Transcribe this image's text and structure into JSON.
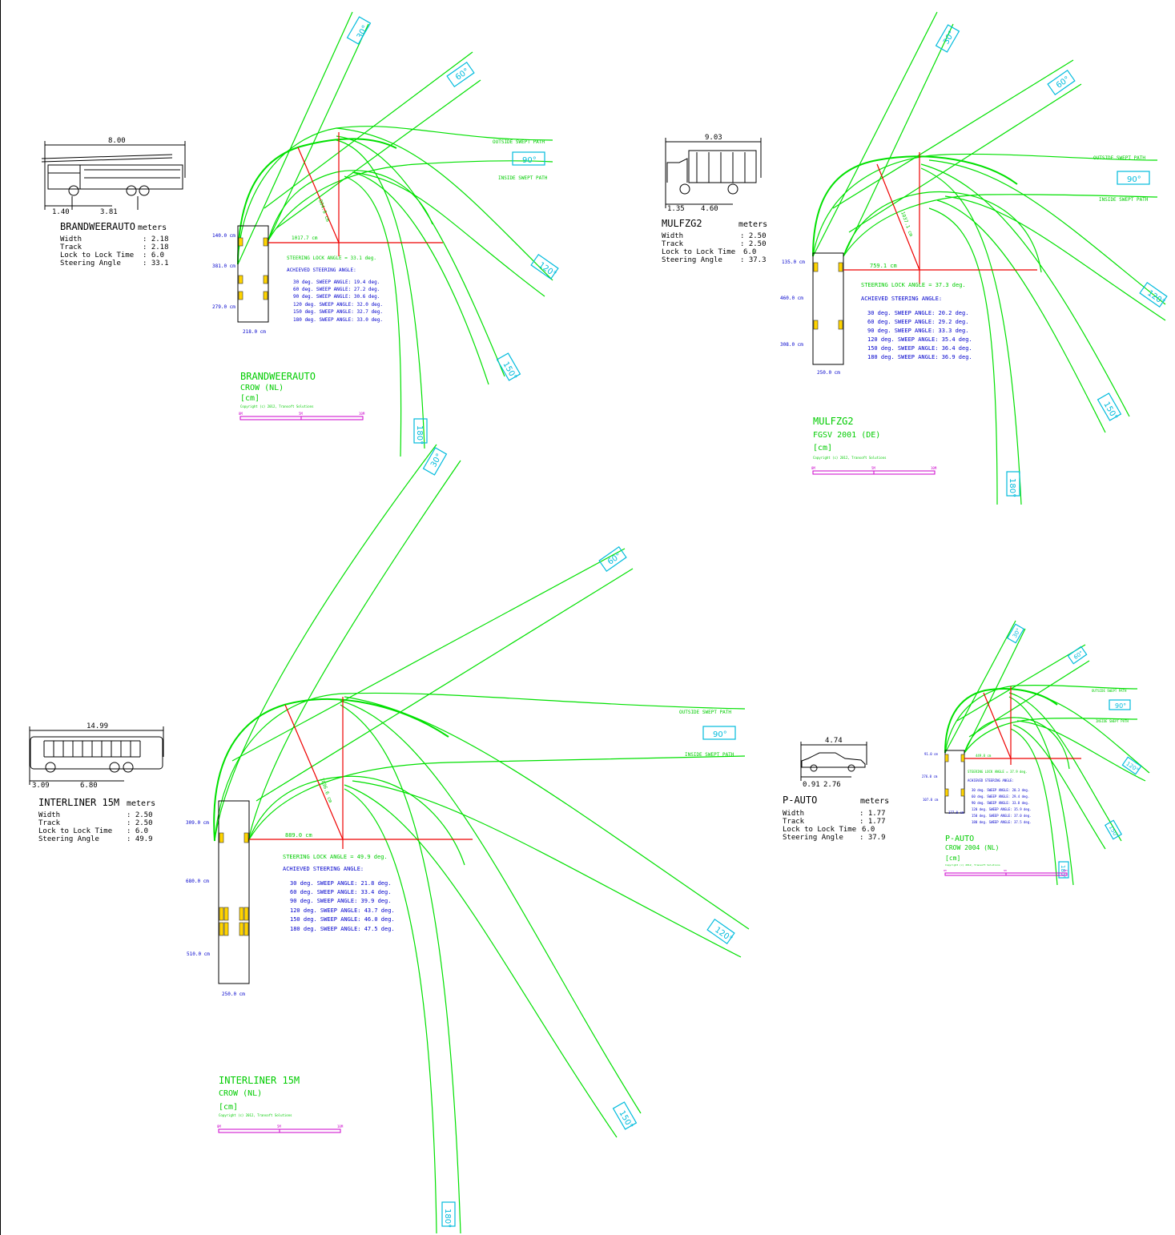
{
  "colors": {
    "path": "#00e000",
    "dim": "#0000cc",
    "red": "#ee0000",
    "arrow": "#00bbdd",
    "scale": "#cc00cc",
    "wheel": "#ffd400"
  },
  "common": {
    "meters": "meters",
    "spec_labels": [
      "Width",
      "Track",
      "Lock to Lock Time",
      "Steering Angle"
    ],
    "outside_path": "OUTSIDE SWEPT PATH",
    "inside_path": "INSIDE SWEPT PATH",
    "achieved": "ACHIEVED STEERING ANGLE:",
    "unit": "[cm]",
    "copyright": "Copyright (c) 2012, Transoft Solutions",
    "scale_labels": [
      "0M",
      "5M",
      "10M"
    ],
    "angles": [
      "30°",
      "60°",
      "90°",
      "120°",
      "150°",
      "180°"
    ]
  },
  "vehicles": [
    {
      "id": "brandweerauto",
      "name": "BRANDWEERAUTO",
      "standard": "CROW (NL)",
      "icon": "fire-truck-icon",
      "length": "8.00",
      "dims": [
        "1.40",
        "3.81"
      ],
      "specs": [
        ": 2.18",
        ": 2.18",
        ": 6.0",
        ": 33.1"
      ],
      "lock_angle": "STEERING LOCK ANGLE = 33.1 deg.",
      "radius": "1017.7 cm",
      "radius_v": "804.8 cm",
      "side_dims": [
        "140.0 cm",
        "381.0 cm",
        "279.0 cm"
      ],
      "width_dim": "218.0 cm",
      "sweeps": [
        "30 deg. SWEEP ANGLE: 19.4 deg.",
        "60 deg. SWEEP ANGLE: 27.2 deg.",
        "90 deg. SWEEP ANGLE: 30.6 deg.",
        "120 deg. SWEEP ANGLE: 32.0 deg.",
        "150 deg. SWEEP ANGLE: 32.7 deg.",
        "180 deg. SWEEP ANGLE: 33.0 deg."
      ]
    },
    {
      "id": "mulfzg2",
      "name": "MULFZG2",
      "standard": "FGSV 2001 (DE)",
      "icon": "garbage-truck-icon",
      "length": "9.03",
      "dims": [
        "1.35",
        "4.60"
      ],
      "specs": [
        ": 2.50",
        ": 2.50",
        "6.0",
        ": 37.3"
      ],
      "lock_angle": "STEERING LOCK ANGLE = 37.3 deg.",
      "radius": "759.1 cm",
      "radius_v": "1037.1 cm",
      "side_dims": [
        "135.0 cm",
        "460.0 cm",
        "308.0 cm"
      ],
      "width_dim": "250.0 cm",
      "sweeps": [
        "30 deg. SWEEP ANGLE: 20.2 deg.",
        "60 deg. SWEEP ANGLE: 29.2 deg.",
        "90 deg. SWEEP ANGLE: 33.3 deg.",
        "120 deg. SWEEP ANGLE: 35.4 deg.",
        "150 deg. SWEEP ANGLE: 36.4 deg.",
        "180 deg. SWEEP ANGLE: 36.9 deg."
      ]
    },
    {
      "id": "interliner",
      "name": "INTERLINER 15M",
      "standard": "CROW (NL)",
      "icon": "bus-icon",
      "length": "14.99",
      "dims": [
        "3.09",
        "6.80"
      ],
      "specs": [
        ": 2.50",
        ": 2.50",
        ": 6.0",
        ": 49.9"
      ],
      "lock_angle": "STEERING LOCK ANGLE = 49.9 deg.",
      "radius": "889.0 cm",
      "radius_v": "1036.6 cm",
      "side_dims": [
        "309.0 cm",
        "680.0 cm",
        "510.0 cm"
      ],
      "width_dim": "250.0 cm",
      "sweeps": [
        "30 deg. SWEEP ANGLE: 21.8 deg.",
        "60 deg. SWEEP ANGLE: 33.4 deg.",
        "90 deg. SWEEP ANGLE: 39.9 deg.",
        "120 deg. SWEEP ANGLE: 43.7 deg.",
        "150 deg. SWEEP ANGLE: 46.0 deg.",
        "180 deg. SWEEP ANGLE: 47.5 deg."
      ]
    },
    {
      "id": "p-auto",
      "name": "P-AUTO",
      "standard": "CROW 2004 (NL)",
      "icon": "car-icon",
      "length": "4.74",
      "dims": [
        "0.91",
        "2.76"
      ],
      "specs": [
        ": 1.77",
        ": 1.77",
        "6.0",
        ": 37.9"
      ],
      "lock_angle": "STEERING LOCK ANGLE = 37.9 deg.",
      "radius": "449.0 cm",
      "radius_v": "",
      "side_dims": [
        "91.0 cm",
        "276.0 cm",
        "107.0 cm"
      ],
      "width_dim": "177.0 cm",
      "sweeps": [
        "30 deg. SWEEP ANGLE: 20.3 deg.",
        "60 deg. SWEEP ANGLE: 29.4 deg.",
        "90 deg. SWEEP ANGLE: 33.8 deg.",
        "120 deg. SWEEP ANGLE: 35.9 deg.",
        "150 deg. SWEEP ANGLE: 37.0 deg.",
        "180 deg. SWEEP ANGLE: 37.5 deg."
      ]
    }
  ]
}
